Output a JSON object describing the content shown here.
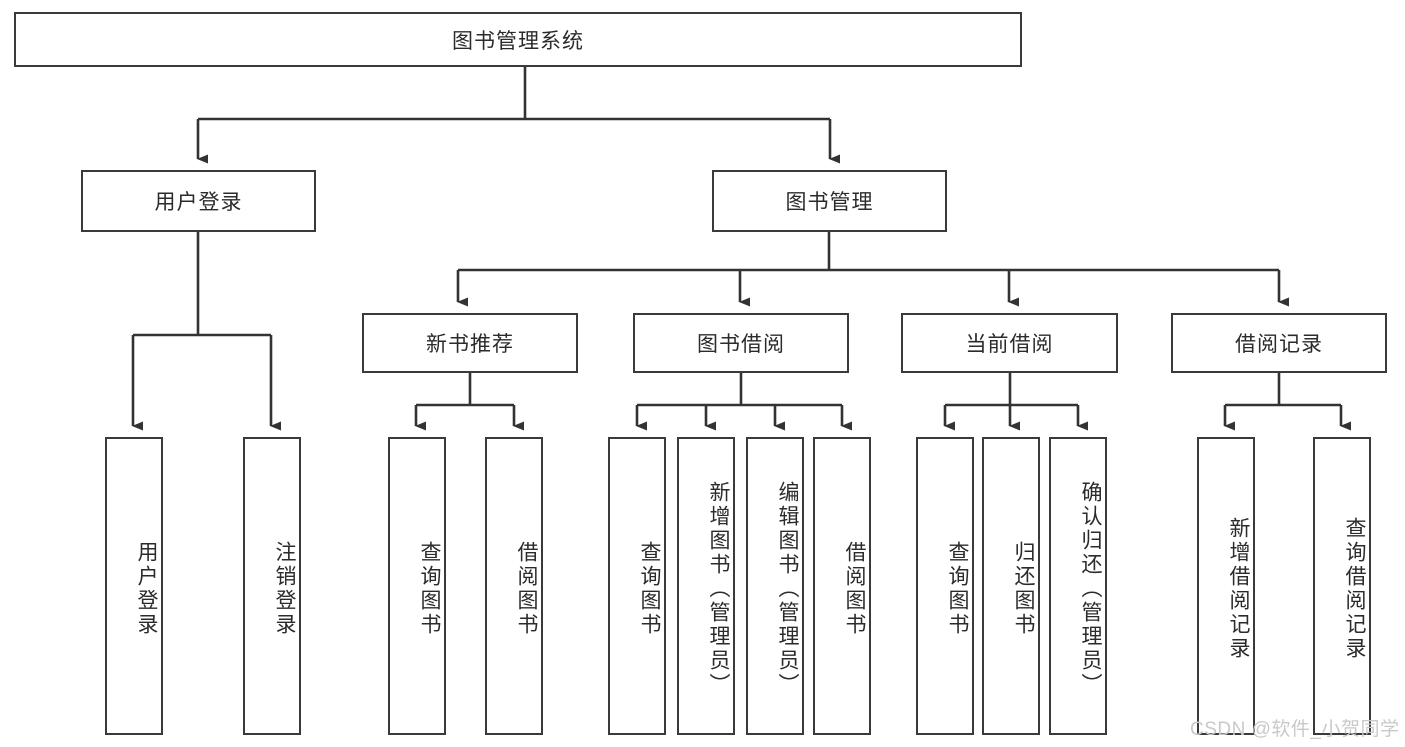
{
  "diagram": {
    "title": "图书管理系统",
    "watermark": "CSDN @软件_小贺同学",
    "colors": {
      "box_border": "#3a3a3a",
      "box_fill": "#ffffff",
      "connector": "#333333",
      "text": "#2b2b2b",
      "watermark": "#c9c9c9"
    },
    "root": {
      "label": "图书管理系统"
    },
    "level1": [
      {
        "label": "用户登录"
      },
      {
        "label": "图书管理"
      }
    ],
    "level2": [
      {
        "label": "新书推荐"
      },
      {
        "label": "图书借阅"
      },
      {
        "label": "当前借阅"
      },
      {
        "label": "借阅记录"
      }
    ],
    "leaves": [
      {
        "label": "用户登录"
      },
      {
        "label": "注销登录"
      },
      {
        "label": "查询图书"
      },
      {
        "label": "借阅图书"
      },
      {
        "label": "查询图书"
      },
      {
        "label": "新增图书（管理员）"
      },
      {
        "label": "编辑图书（管理员）"
      },
      {
        "label": "借阅图书"
      },
      {
        "label": "查询图书"
      },
      {
        "label": "归还图书"
      },
      {
        "label": "确认归还（管理员）"
      },
      {
        "label": "新增借阅记录"
      },
      {
        "label": "查询借阅记录"
      }
    ]
  }
}
